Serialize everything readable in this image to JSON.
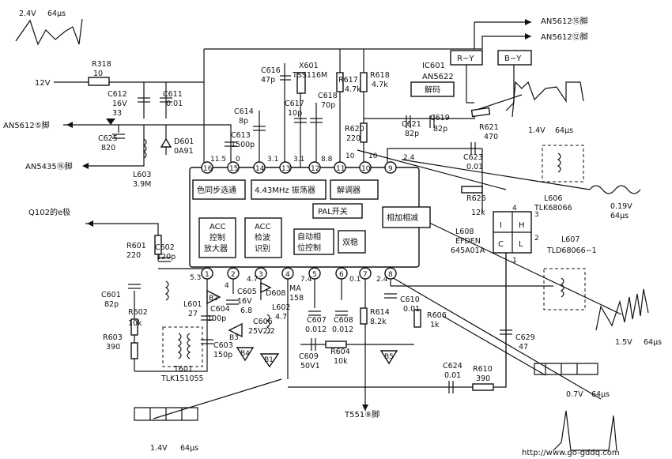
{
  "chip": {
    "name": "IC601",
    "model": "AN5622",
    "decoder": "解码",
    "blocks": {
      "sync_sel": "色同步选通",
      "osc": "4.43MHz 振荡器",
      "demod": "解调器",
      "pal_switch": "PAL开关",
      "add_sub": "相加相减",
      "acc_amp_1": "ACC",
      "acc_amp_2": "控制",
      "acc_amp_3": "放大器",
      "acc_det_1": "ACC",
      "acc_det_2": "检波",
      "acc_det_3": "识别",
      "apc_1": "自动相",
      "apc_2": "位控制",
      "bistable": "双稳"
    },
    "pins": [
      "16",
      "15",
      "14",
      "13",
      "12",
      "11",
      "10",
      "9",
      "1",
      "2",
      "3",
      "4",
      "5",
      "6",
      "7",
      "8"
    ],
    "pin_voltages": [
      "11.5",
      "0",
      "3.1",
      "3.1",
      "8.8",
      "10",
      "10",
      "2.4",
      "5.3",
      "4",
      "4.7",
      "7.4",
      "0.1",
      "2.4"
    ]
  },
  "labels": {
    "an5612_15": "AN5612⑮脚",
    "an5612_12": "AN5612⑫脚",
    "ry": "R−Y",
    "by": "B−Y",
    "an5612_5": "AN5612⑤脚",
    "an5435_16": "AN5435⑯脚",
    "q102": "Q102的e极",
    "t551": "T551⑨脚",
    "v12": "12V",
    "watermark": "http://www.go-gddq.com"
  },
  "components": {
    "r318": [
      "R318",
      "10"
    ],
    "c612": [
      "C612",
      "16V",
      "33"
    ],
    "c611": [
      "C611",
      "0.01"
    ],
    "c625": [
      "C625",
      "820"
    ],
    "d601": [
      "D601",
      "0A91"
    ],
    "l603": [
      "L603",
      "3.9M"
    ],
    "c616": [
      "C616",
      "47p"
    ],
    "x601": [
      "X601",
      "TSS116M"
    ],
    "c614": [
      "C614",
      "8p"
    ],
    "c617": [
      "C617",
      "10p"
    ],
    "c618": [
      "C618",
      "70p"
    ],
    "c613": [
      "C613",
      "1500p"
    ],
    "r617": [
      "R617",
      "4.7k"
    ],
    "r618": [
      "R618",
      "4.7k"
    ],
    "r620": [
      "R620",
      "220"
    ],
    "c621": [
      "C621",
      "82p"
    ],
    "c619": [
      "C619",
      "82p"
    ],
    "r621": [
      "R621",
      "470"
    ],
    "c623": [
      "C623",
      "0.01"
    ],
    "r626": [
      "R626",
      "12k"
    ],
    "l608": [
      "L608",
      "EFDEN",
      "645A01A"
    ],
    "l606": [
      "L606",
      "TLK68066"
    ],
    "l607": [
      "L607",
      "TLD68066−1"
    ],
    "r601": [
      "R601",
      "220"
    ],
    "c602": [
      "C602",
      "120p"
    ],
    "c601": [
      "C601",
      "82p"
    ],
    "l601": [
      "L601",
      "27"
    ],
    "r602": [
      "R602",
      "10k"
    ],
    "r603": [
      "R603",
      "390"
    ],
    "t601": [
      "T601",
      "TLK151055"
    ],
    "c605": [
      "C605",
      "16V",
      "6.8"
    ],
    "c604": [
      "C604",
      "100p"
    ],
    "c603": [
      "C603",
      "150p"
    ],
    "c606": [
      "C606",
      "25V2.2"
    ],
    "d608": [
      "D608"
    ],
    "ma158": [
      "MA",
      "158"
    ],
    "l602": [
      "L602",
      "4.7"
    ],
    "c607": [
      "C607",
      "0.012"
    ],
    "c608": [
      "C608",
      "0.012"
    ],
    "r614": [
      "R614",
      "8.2k"
    ],
    "c610": [
      "C610",
      "0.01"
    ],
    "r606": [
      "R606",
      "1k"
    ],
    "c609": [
      "C609",
      "50V1"
    ],
    "r604": [
      "R604",
      "10k"
    ],
    "c624": [
      "C624",
      "0.01"
    ],
    "r610": [
      "R610",
      "390"
    ],
    "c629": [
      "C629",
      "47"
    ]
  },
  "transistors": [
    "B2",
    "B3",
    "B4",
    "B1",
    "B5"
  ],
  "waveforms": {
    "w1": [
      "2.4V",
      "64μs"
    ],
    "w2": [
      "1.4V",
      "64μs"
    ],
    "w3": [
      "0.19V",
      "64μs"
    ],
    "w4": [
      "1.5V",
      "64μs"
    ],
    "w5": [
      "0.7V",
      "64μs"
    ],
    "w6": [
      "1.4V",
      "64μs"
    ]
  },
  "l608_letters": [
    "I",
    "H",
    "C",
    "L"
  ],
  "l608_pins": [
    "4",
    "3",
    "2",
    "1"
  ]
}
